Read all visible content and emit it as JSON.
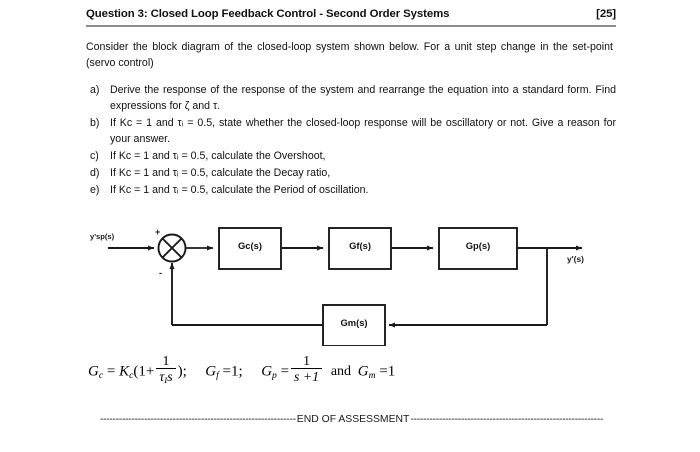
{
  "header": {
    "title": "Question 3: Closed Loop Feedback Control - Second Order Systems",
    "marks": "[25]"
  },
  "intro": "Consider the block diagram of the closed-loop system shown below. For a unit step change in the set-point (servo control)",
  "questions": [
    {
      "marker": "a)",
      "text": "Derive the response of the response of the system and rearrange the equation into a standard form. Find expressions for ζ and τ."
    },
    {
      "marker": "b)",
      "text": "If Kc = 1 and τᵢ = 0.5, state whether the closed-loop response will be oscillatory or not. Give a reason for your answer."
    },
    {
      "marker": "c)",
      "text": "If Kc = 1 and τᵢ = 0.5, calculate the Overshoot,"
    },
    {
      "marker": "d)",
      "text": "If Kc = 1 and τᵢ = 0.5, calculate the Decay ratio,"
    },
    {
      "marker": "e)",
      "text": "If Kc = 1 and τᵢ = 0.5, calculate the Period of oscillation."
    }
  ],
  "diagram": {
    "input_label": "y'sp(s)",
    "output_label": "y'(s)",
    "sum_plus_sign": "+",
    "sum_minus_sign": "-",
    "blocks": [
      {
        "name": "controller",
        "label": "Gc(s)"
      },
      {
        "name": "final-control-element",
        "label": "Gf(s)"
      },
      {
        "name": "process",
        "label": "Gp(s)"
      },
      {
        "name": "measurement",
        "label": "Gm(s)"
      }
    ],
    "line_color": "#1a1a1a"
  },
  "equation": {
    "gc_lhs": "G",
    "gc_sub": "c",
    "eq1": "=",
    "kc": "K",
    "kc_sub": "c",
    "open_paren": "(1+",
    "frac1_num": "1",
    "frac1_den_tau": "τ",
    "frac1_den_sub": "I",
    "frac1_den_s": "s",
    "close_paren": ");",
    "gf": "G",
    "gf_sub": "f",
    "gf_val": "=1;",
    "gp": "G",
    "gp_sub": "p",
    "gp_eq": "=",
    "frac2_num": "1",
    "frac2_den": "s +1",
    "and": "and",
    "gm": "G",
    "gm_sub": "m",
    "gm_val": "=1"
  },
  "footer": {
    "label": "END OF ASSESSMENT",
    "dash_left": "--------------------------------------------------------------",
    "dash_right": "-------------------------------------------------------------"
  }
}
